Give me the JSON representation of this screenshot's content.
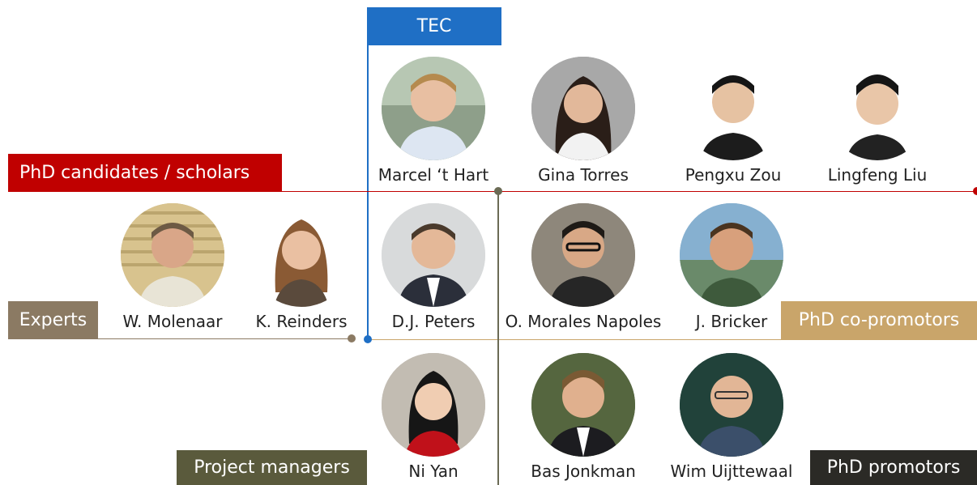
{
  "colors": {
    "tec": "#1f6fc5",
    "phd_candidates": "#c00000",
    "experts": "#8b7a63",
    "co_promotors": "#c9a56a",
    "project_managers": "#5a5a3c",
    "promotors": "#2b2a26",
    "divider": "#6b6b55"
  },
  "groups": {
    "tec": "TEC",
    "phd_candidates": "PhD candidates / scholars",
    "experts": "Experts",
    "co_promotors": "PhD co-promotors",
    "project_managers": "Project managers",
    "promotors": "PhD promotors"
  },
  "people": {
    "marcel": "Marcel ‘t Hart",
    "gina": "Gina Torres",
    "pengxu": "Pengxu Zou",
    "lingfeng": "Lingfeng Liu",
    "molenaar": "W. Molenaar",
    "reinders": "K. Reinders",
    "peters": "D.J. Peters",
    "morales": "O. Morales Napoles",
    "bricker": "J. Bricker",
    "niyan": "Ni Yan",
    "jonkman": "Bas Jonkman",
    "uijttewaal": "Wim Uijttewaal"
  },
  "photos": {
    "marcel": "portrait-photo",
    "gina": "portrait-photo",
    "pengxu": "portrait-photo",
    "lingfeng": "portrait-photo",
    "molenaar": "portrait-photo",
    "reinders": "portrait-photo",
    "peters": "portrait-photo",
    "morales": "portrait-photo",
    "bricker": "portrait-photo",
    "niyan": "portrait-photo",
    "jonkman": "portrait-photo",
    "uijttewaal": "portrait-photo"
  }
}
